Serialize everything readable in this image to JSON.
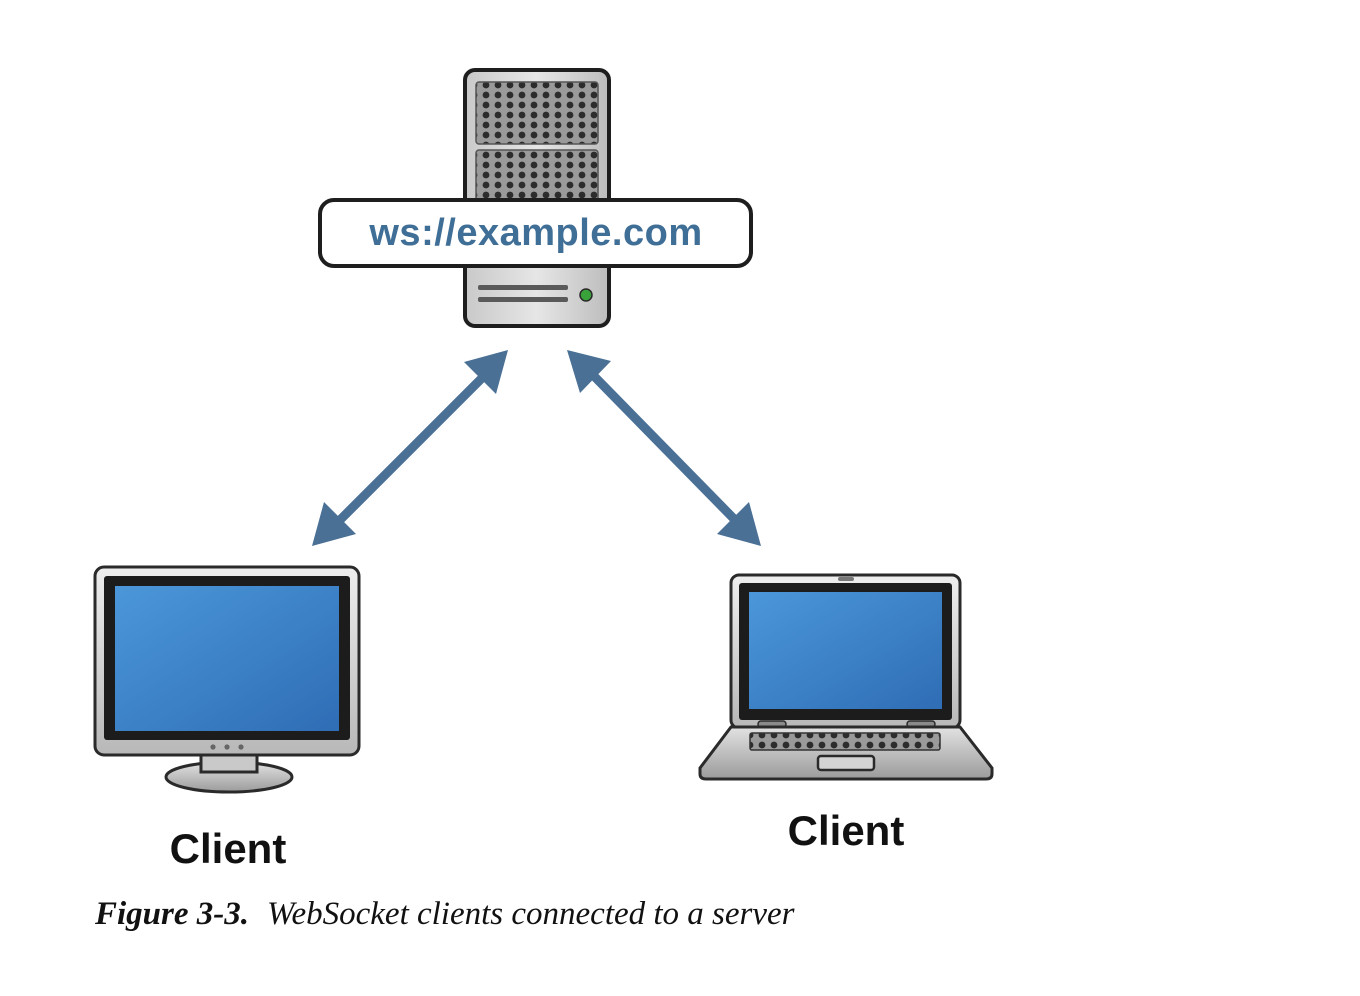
{
  "server": {
    "url": "ws://example.com",
    "status_light_color": "#3aa23a"
  },
  "clients": [
    {
      "device": "desktop-monitor",
      "label": "Client"
    },
    {
      "device": "laptop",
      "label": "Client"
    }
  ],
  "connection_color": "#4a7096",
  "screen_color": "#3f82c8",
  "caption": {
    "label": "Figure 3-3.",
    "text": "WebSocket clients connected to a server"
  }
}
